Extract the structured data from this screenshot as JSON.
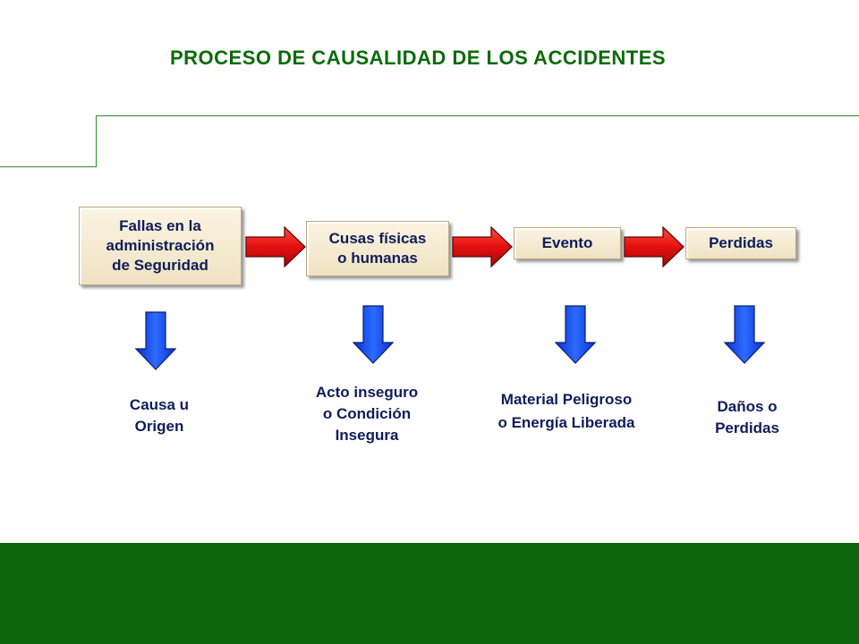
{
  "title": "PROCESO DE CAUSALIDAD DE LOS ACCIDENTES",
  "colors": {
    "title_green": "#0b6b0b",
    "footer_green": "#0a640a",
    "box_fill": "#f4ead0",
    "text_navy": "#0f1d5a",
    "arrow_red": "#e01010",
    "arrow_blue": "#1a55e8"
  },
  "flow": [
    {
      "box": "Fallas en la\nadministración\nde Seguridad",
      "result": "Causa u\nOrigen"
    },
    {
      "box": "Cusas físicas\no humanas",
      "result": "Acto inseguro\no Condición\nInsegura"
    },
    {
      "box": "Evento",
      "result": "Material Peligroso\no Energía Liberada"
    },
    {
      "box": "Perdidas",
      "result": "Daños o\nPerdidas"
    }
  ]
}
